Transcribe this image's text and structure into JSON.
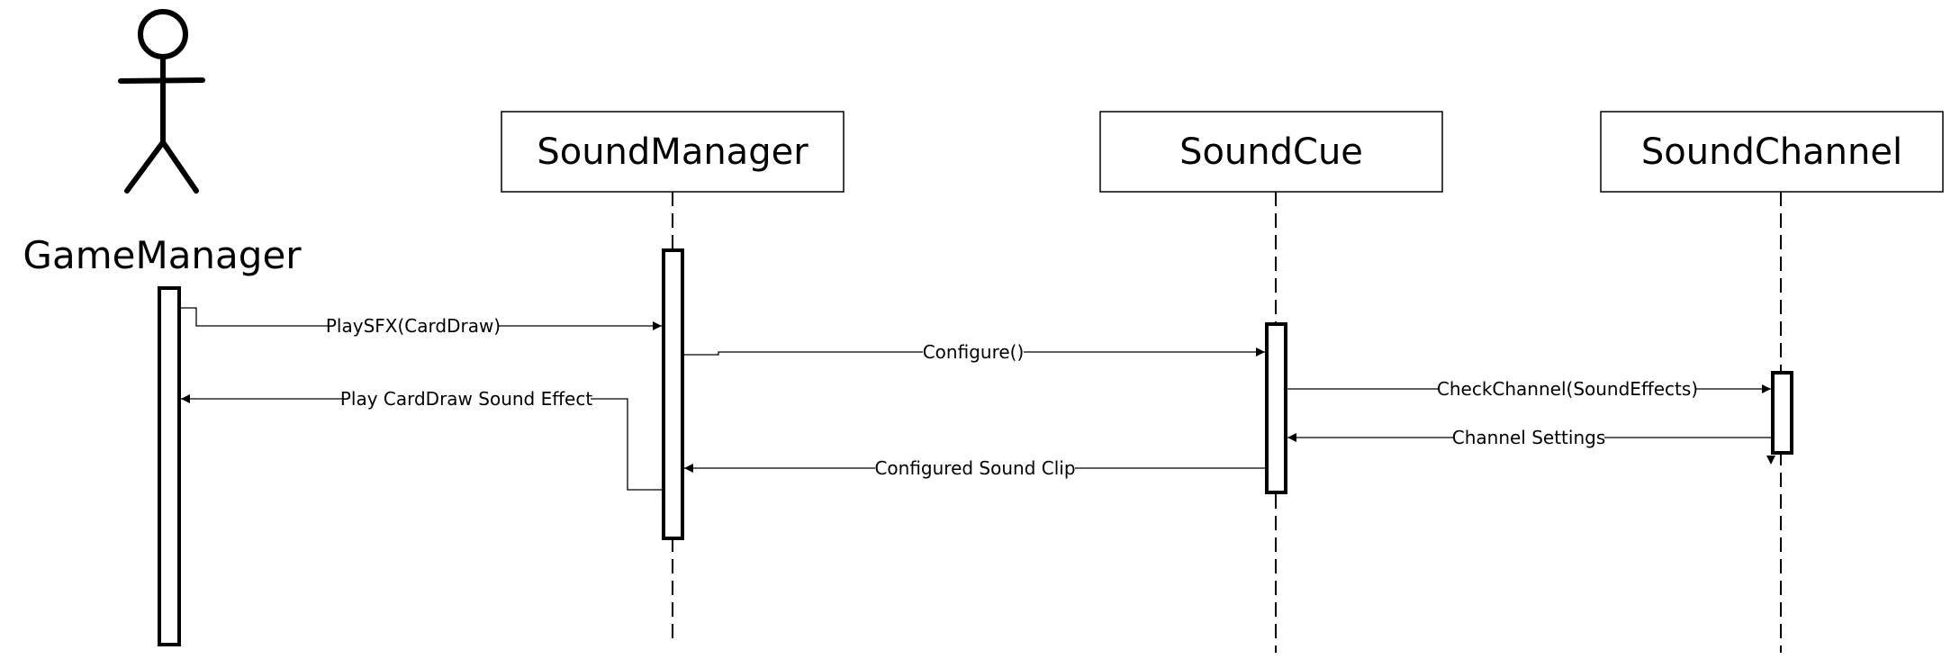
{
  "actor": {
    "name": "GameManager"
  },
  "participants": [
    {
      "id": "sound-manager",
      "name": "SoundManager"
    },
    {
      "id": "sound-cue",
      "name": "SoundCue"
    },
    {
      "id": "sound-channel",
      "name": "SoundChannel"
    }
  ],
  "messages": [
    {
      "label": "PlaySFX(CardDraw)",
      "from": "GameManager",
      "to": "SoundManager"
    },
    {
      "label": "Configure()",
      "from": "SoundManager",
      "to": "SoundCue"
    },
    {
      "label": "CheckChannel(SoundEffects)",
      "from": "SoundCue",
      "to": "SoundChannel"
    },
    {
      "label": "Channel Settings",
      "from": "SoundChannel",
      "to": "SoundCue"
    },
    {
      "label": "Configured Sound Clip",
      "from": "SoundCue",
      "to": "SoundManager"
    },
    {
      "label": "Play CardDraw Sound Effect",
      "from": "SoundManager",
      "to": "GameManager"
    }
  ]
}
